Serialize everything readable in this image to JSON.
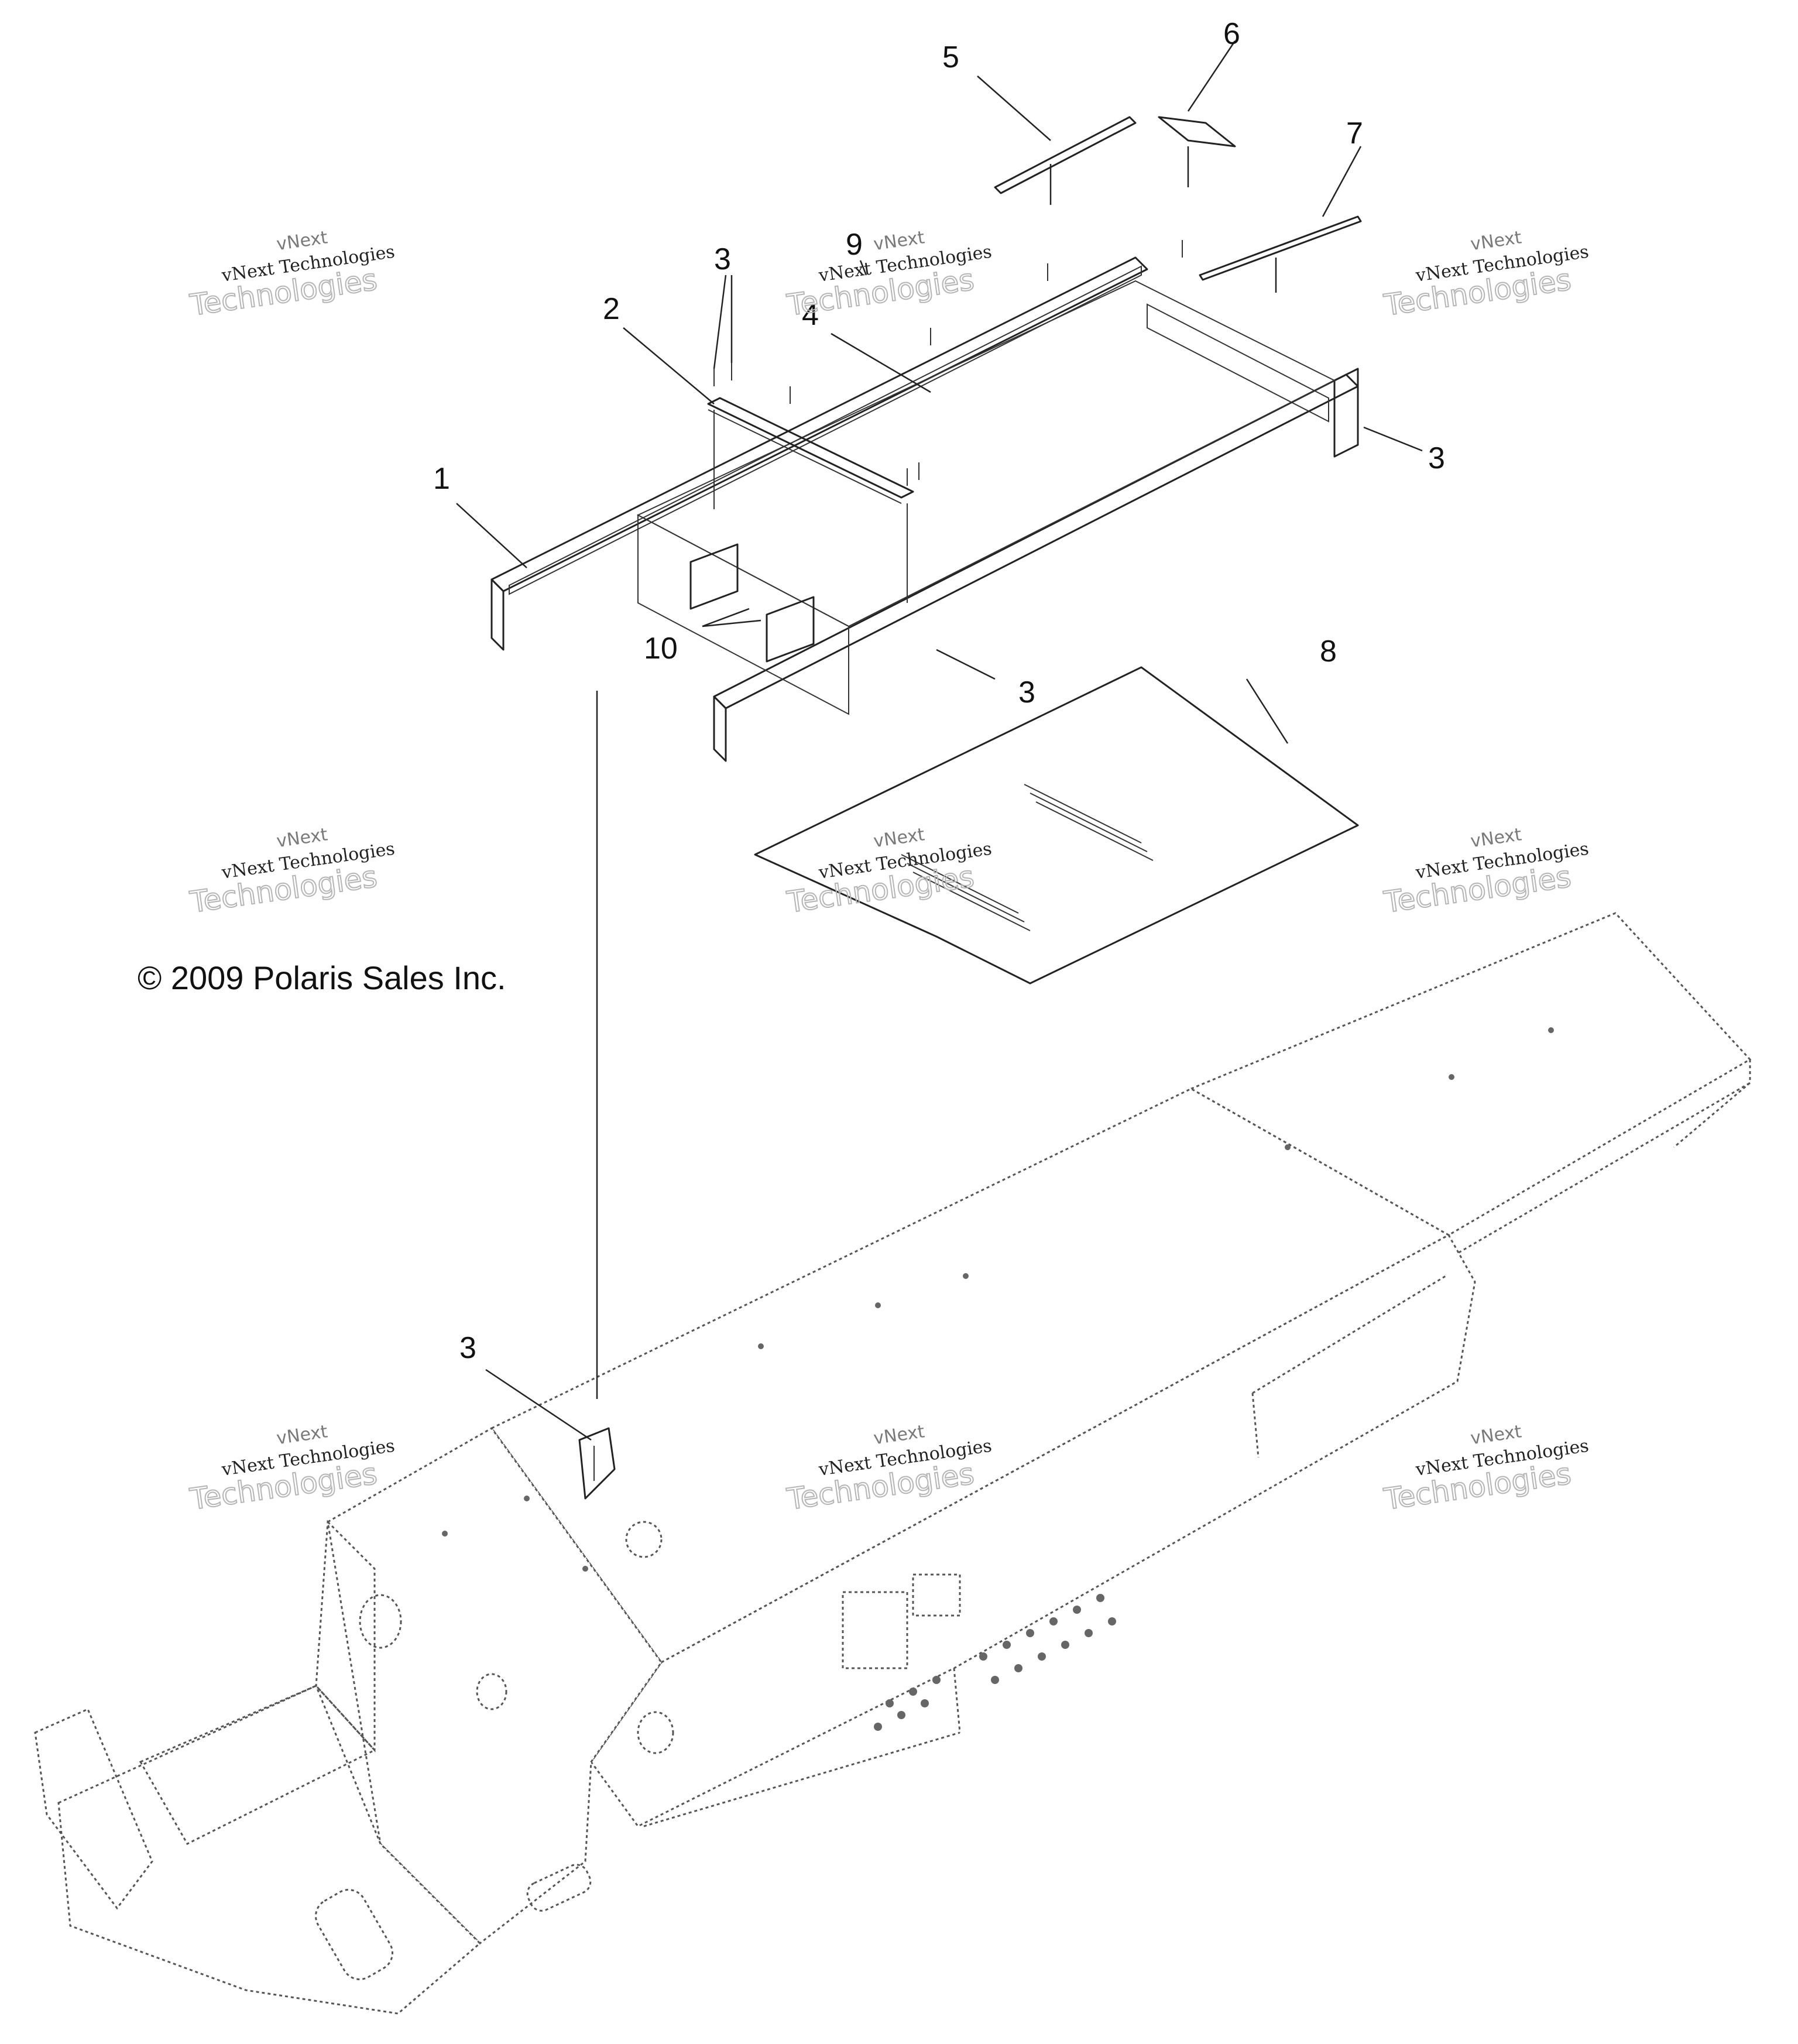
{
  "copyright": "© 2009 Polaris Sales Inc.",
  "watermark": {
    "line1": "vNext",
    "line2": "vNext Technologies",
    "line3": "Technologies"
  },
  "callouts": [
    "1",
    "2",
    "3",
    "3",
    "3",
    "3",
    "4",
    "5",
    "6",
    "7",
    "8",
    "9",
    "10"
  ],
  "colors": {
    "ink": "#222222",
    "watermark": "#b5b5b5",
    "background": "#ffffff"
  }
}
